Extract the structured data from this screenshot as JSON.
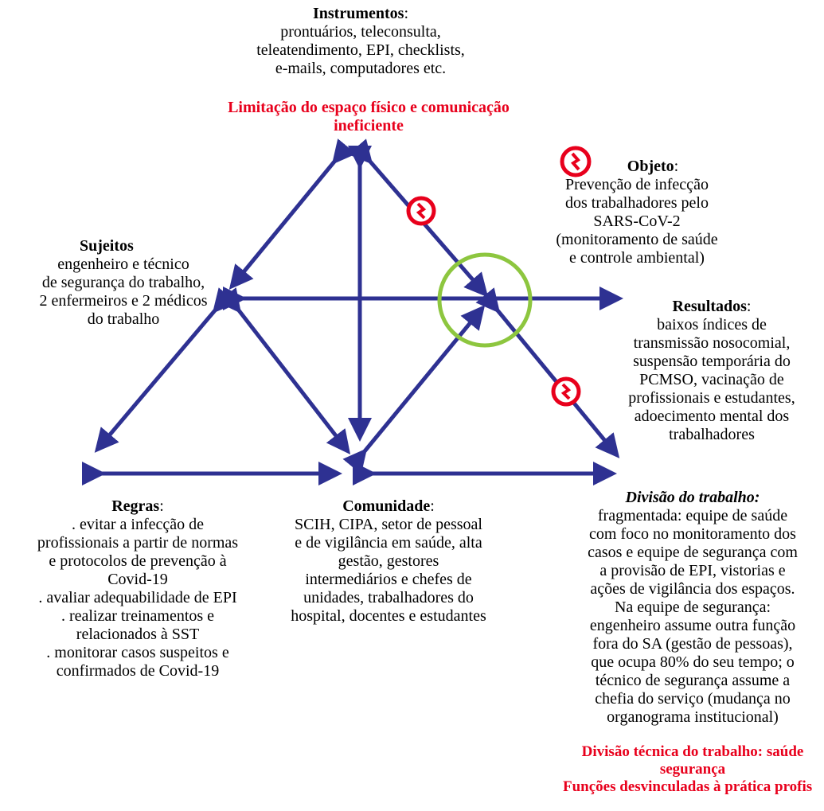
{
  "instrumentos": {
    "title": "Instrumentos",
    "lines": [
      "prontuários, teleconsulta,",
      "teleatendimento, EPI, checklists,",
      "e-mails, computadores etc."
    ],
    "contradiction_lines": [
      "Limitação do espaço físico e comunicação",
      "ineficiente"
    ]
  },
  "objeto": {
    "title": "Objeto",
    "lines": [
      "Prevenção de infecção",
      "dos trabalhadores pelo",
      "SARS-CoV-2",
      "(monitoramento de saúde",
      "e controle ambiental)"
    ]
  },
  "sujeitos": {
    "title": "Sujeitos",
    "lines": [
      "engenheiro e técnico",
      "de segurança do trabalho,",
      "2 enfermeiros e 2 médicos",
      "do trabalho"
    ]
  },
  "resultados": {
    "title": "Resultados",
    "lines": [
      "baixos índices de",
      "transmissão nosocomial,",
      "suspensão temporária do",
      "PCMSO, vacinação de",
      "profissionais e estudantes,",
      "adoecimento mental dos",
      "trabalhadores"
    ]
  },
  "regras": {
    "title": "Regras",
    "lines": [
      ". evitar a infecção de",
      "profissionais a partir de normas",
      "e protocolos de prevenção à",
      "Covid-19",
      ". avaliar adequabilidade de EPI",
      ". realizar treinamentos e",
      "relacionados à SST",
      ". monitorar casos suspeitos e",
      "confirmados de Covid-19"
    ]
  },
  "comunidade": {
    "title": "Comunidade",
    "lines": [
      "SCIH, CIPA, setor de pessoal",
      "e de vigilância em saúde, alta",
      "gestão, gestores",
      "intermediários e chefes de",
      "unidades, trabalhadores do",
      "hospital, docentes e estudantes"
    ]
  },
  "divisao": {
    "title": "Divisão do trabalho:",
    "lines": [
      "fragmentada: equipe de saúde",
      "com foco no monitoramento dos",
      "casos e equipe de segurança com",
      "a provisão de EPI, vistorias e",
      "ações de vigilância dos espaços.",
      "Na equipe de segurança:",
      "engenheiro assume outra função",
      "fora do SA (gestão de pessoas),",
      "que ocupa 80% do seu tempo; o",
      "técnico de segurança assume a",
      "chefia do serviço (mudança no",
      "organograma institucional)"
    ],
    "contradiction_lines": [
      "Divisão técnica do trabalho: saúde",
      "segurança",
      "Funções desvinculadas à prática profis"
    ]
  },
  "colors": {
    "arrow": "#2e3192",
    "contradiction": "#e8001c",
    "circle": "#8dc63f"
  }
}
